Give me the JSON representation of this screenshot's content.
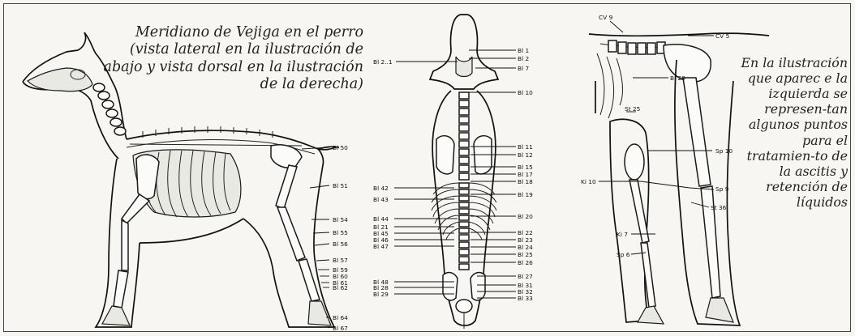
{
  "captions": {
    "main": "Meridiano de Vejiga en el perro (vista lateral en la ilustración de abajo y vista dorsal en la ilustración de la derecha)",
    "side": "En la ilustración que aparec e la izquierda se represen-tan algunos puntos para el tratamien-to de la ascitis y retención de líquidos"
  },
  "lateral_points": [
    "Bl 50",
    "Bl 51",
    "Bl 54",
    "Bl 55",
    "Bl 56",
    "Bl 57",
    "Bl 59",
    "Bl 60",
    "Bl 61",
    "Bl 62",
    "Bl 64",
    "Bl 67"
  ],
  "dorsal_points": {
    "right": [
      "Bl 1",
      "Bl 2",
      "Bl 7",
      "Bl 10",
      "Bl 11",
      "Bl 12",
      "Bl 15",
      "Bl 17",
      "Bl 18",
      "Bl 19",
      "Bl 20",
      "Bl 22",
      "Bl 23",
      "Bl 24",
      "Bl 25",
      "Bl 26",
      "Bl 27",
      "Bl 31",
      "Bl 32",
      "Bl 33"
    ],
    "left": [
      "Bl 2..1",
      "Bl 42",
      "Bl 43",
      "Bl 44",
      "Bl 21",
      "Bl 45",
      "Bl 46",
      "Bl 47",
      "Bl 48",
      "Bl 28",
      "Bl 29"
    ]
  },
  "leg_points": [
    "CV 9",
    "CV 5",
    "Bl 20",
    "St 25",
    "Sp 10",
    "Ki 10",
    "Sp 9",
    "St 36",
    "Ki 7",
    "Sp 6"
  ],
  "colors": {
    "ink": "#111111",
    "paper": "#f7f6f2",
    "bone_fill": "#fbfbf9"
  }
}
